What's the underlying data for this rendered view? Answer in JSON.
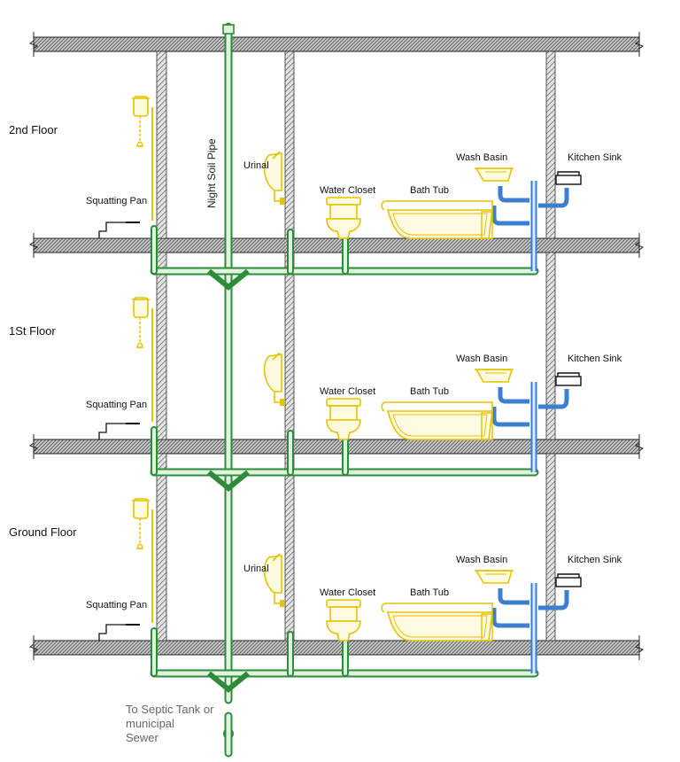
{
  "labels": {
    "night_soil_pipe": "Night Soil Pipe",
    "destination": [
      "To Septic Tank or",
      "municipal",
      "Sewer"
    ]
  },
  "floors": [
    {
      "name": "2nd Floor",
      "fixtures": {
        "squatting_pan": "Squatting Pan",
        "urinal": "Urinal",
        "water_closet": "Water Closet",
        "bath_tub": "Bath Tub",
        "wash_basin": "Wash Basin",
        "kitchen_sink": "Kitchen Sink"
      }
    },
    {
      "name": "1St Floor",
      "fixtures": {
        "squatting_pan": "Squatting Pan",
        "urinal": "",
        "water_closet": "Water Closet",
        "bath_tub": "Bath Tub",
        "wash_basin": "Wash Basin",
        "kitchen_sink": "Kitchen Sink"
      }
    },
    {
      "name": "Ground Floor",
      "fixtures": {
        "squatting_pan": "Squatting Pan",
        "urinal": "Urinal",
        "water_closet": "Water Closet",
        "bath_tub": "Bath Tub",
        "wash_basin": "Wash Basin",
        "kitchen_sink": "Kitchen Sink"
      }
    }
  ],
  "colors": {
    "soil_pipe": "#2e8b3a",
    "soil_pipe_light": "#dff3df",
    "waste_pipe": "#3a7fd0",
    "waste_pipe_light": "#dcebfb",
    "fixture": "#e6c200",
    "fixture_fill": "#fffbe0",
    "slab_hatch": "#555555",
    "wall_hatch": "#777777"
  }
}
